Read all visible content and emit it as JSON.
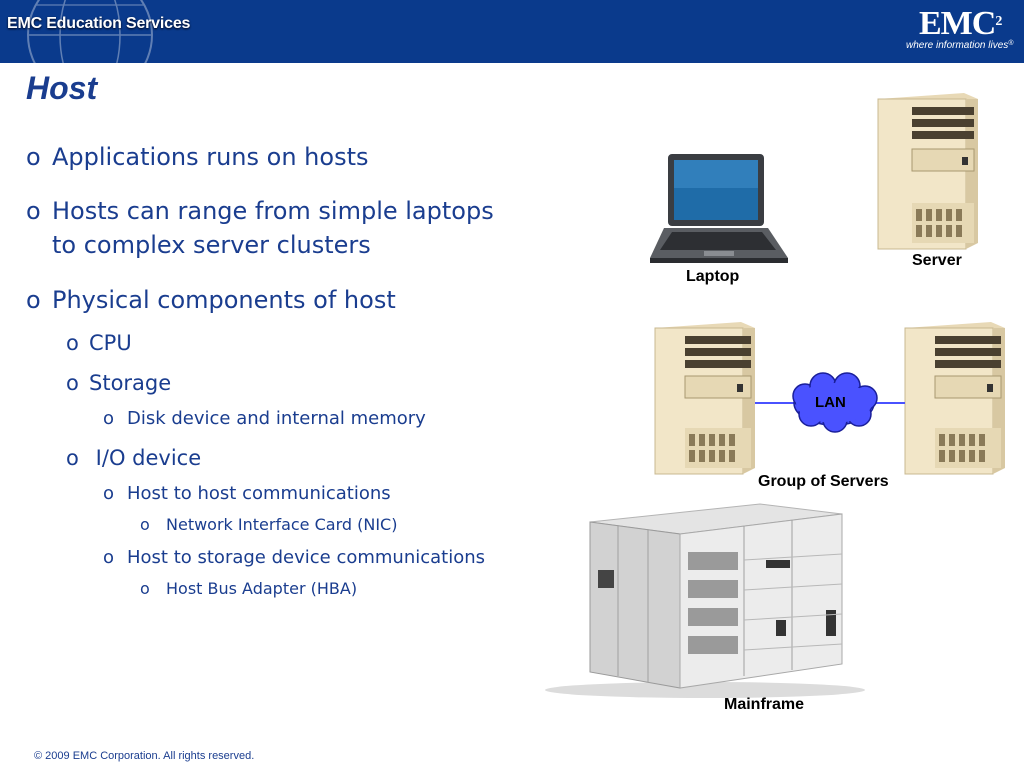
{
  "header": {
    "edu_label": "EMC Education Services",
    "logo_text": "EMC",
    "logo_sup": "2",
    "logo_registered": "®",
    "tagline": "where information lives"
  },
  "slide": {
    "title": "Host",
    "bullets": [
      {
        "level": 1,
        "marker": "o",
        "text": "Applications runs on hosts"
      },
      {
        "level": 1,
        "marker": "o",
        "text": "Hosts can range from simple laptops to complex server clusters"
      },
      {
        "level": 1,
        "marker": "o",
        "text": "Physical components of host"
      },
      {
        "level": 2,
        "marker": "o",
        "text": "CPU"
      },
      {
        "level": 2,
        "marker": "o",
        "text": "Storage"
      },
      {
        "level": 3,
        "marker": "o",
        "text": "Disk device and internal memory"
      },
      {
        "level": 2,
        "marker": "o",
        "text": " I/O device"
      },
      {
        "level": 3,
        "marker": "o",
        "text": "Host to host communications"
      },
      {
        "level": 4,
        "marker": "o",
        "text": "Network Interface Card (NIC)"
      },
      {
        "level": 3,
        "marker": "o",
        "text": "Host to storage device communications"
      },
      {
        "level": 4,
        "marker": "o",
        "text": "Host Bus Adapter (HBA)"
      }
    ]
  },
  "figures": {
    "laptop_caption": "Laptop",
    "server_caption": "Server",
    "lan_label": "LAN",
    "group_caption": "Group of Servers",
    "mainframe_caption": "Mainframe"
  },
  "colors": {
    "header_bg": "#0a3a8c",
    "text_blue": "#1a3d8f",
    "lan_fill": "#4a52ff",
    "server_beige": "#f2e6c8"
  },
  "footer": {
    "copyright": "© 2009 EMC Corporation. All rights reserved."
  }
}
